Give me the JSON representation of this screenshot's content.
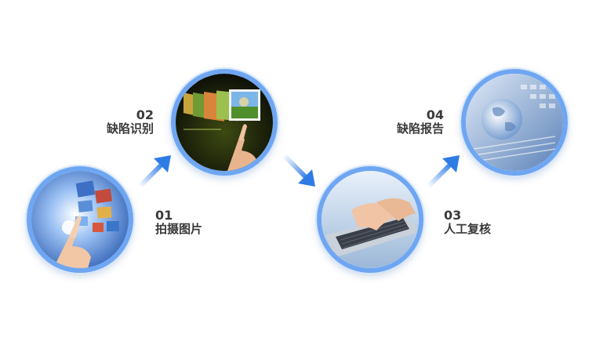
{
  "steps": [
    {
      "number": "01",
      "label": "拍摄图片",
      "icon": "photo-capture-icon"
    },
    {
      "number": "02",
      "label": "缺陷识别",
      "icon": "image-recognition-icon"
    },
    {
      "number": "03",
      "label": "人工复核",
      "icon": "laptop-typing-icon"
    },
    {
      "number": "04",
      "label": "缺陷报告",
      "icon": "globe-report-icon"
    }
  ],
  "colors": {
    "ring": "#6ea6f2",
    "arrow": "#2f7be6",
    "text": "#3a3a3a"
  }
}
